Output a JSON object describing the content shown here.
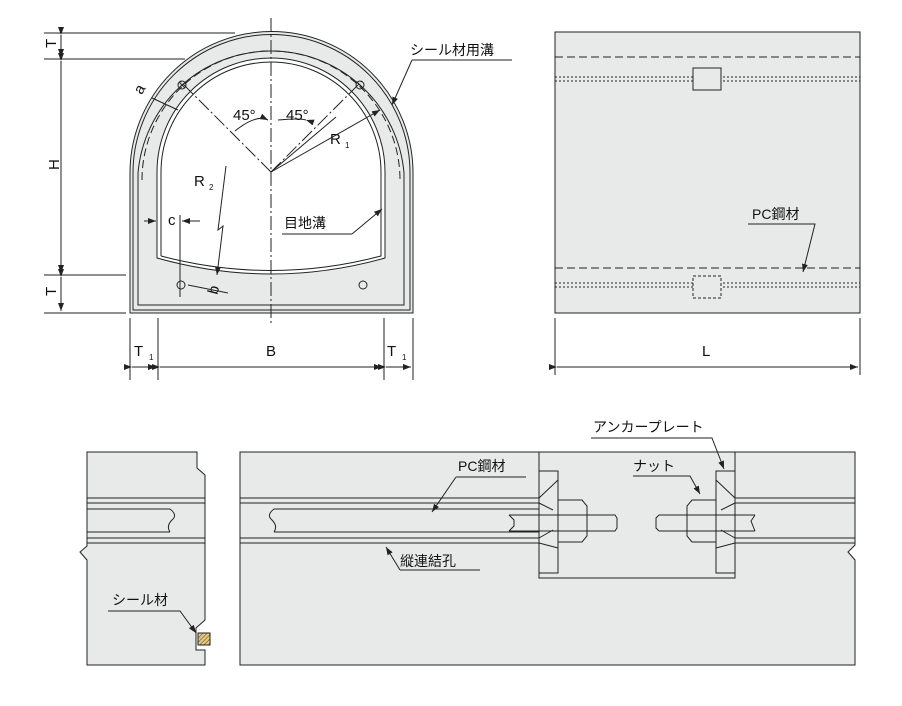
{
  "front_view": {
    "dims": {
      "T1_top": "T",
      "H": "H",
      "T2": "T",
      "B": "B",
      "T1_left": "T",
      "T1_right": "T",
      "sub1": "1",
      "sub2": "2",
      "c": "c",
      "b": "b",
      "a": "a",
      "R1": "R",
      "R2": "R"
    },
    "angles": {
      "left": "45°",
      "right": "45°"
    },
    "labels": {
      "seal_groove": "シール材用溝",
      "joint_groove": "目地溝"
    }
  },
  "side_view": {
    "dim_L": "L",
    "label_pc": "PC鋼材"
  },
  "joint_view": {
    "labels": {
      "anchor_plate": "アンカープレート",
      "nut": "ナット",
      "pc_steel": "PC鋼材",
      "hole": "縦連結孔",
      "seal": "シール材"
    }
  },
  "colors": {
    "concrete": "#e8eaea",
    "line": "#222222"
  }
}
